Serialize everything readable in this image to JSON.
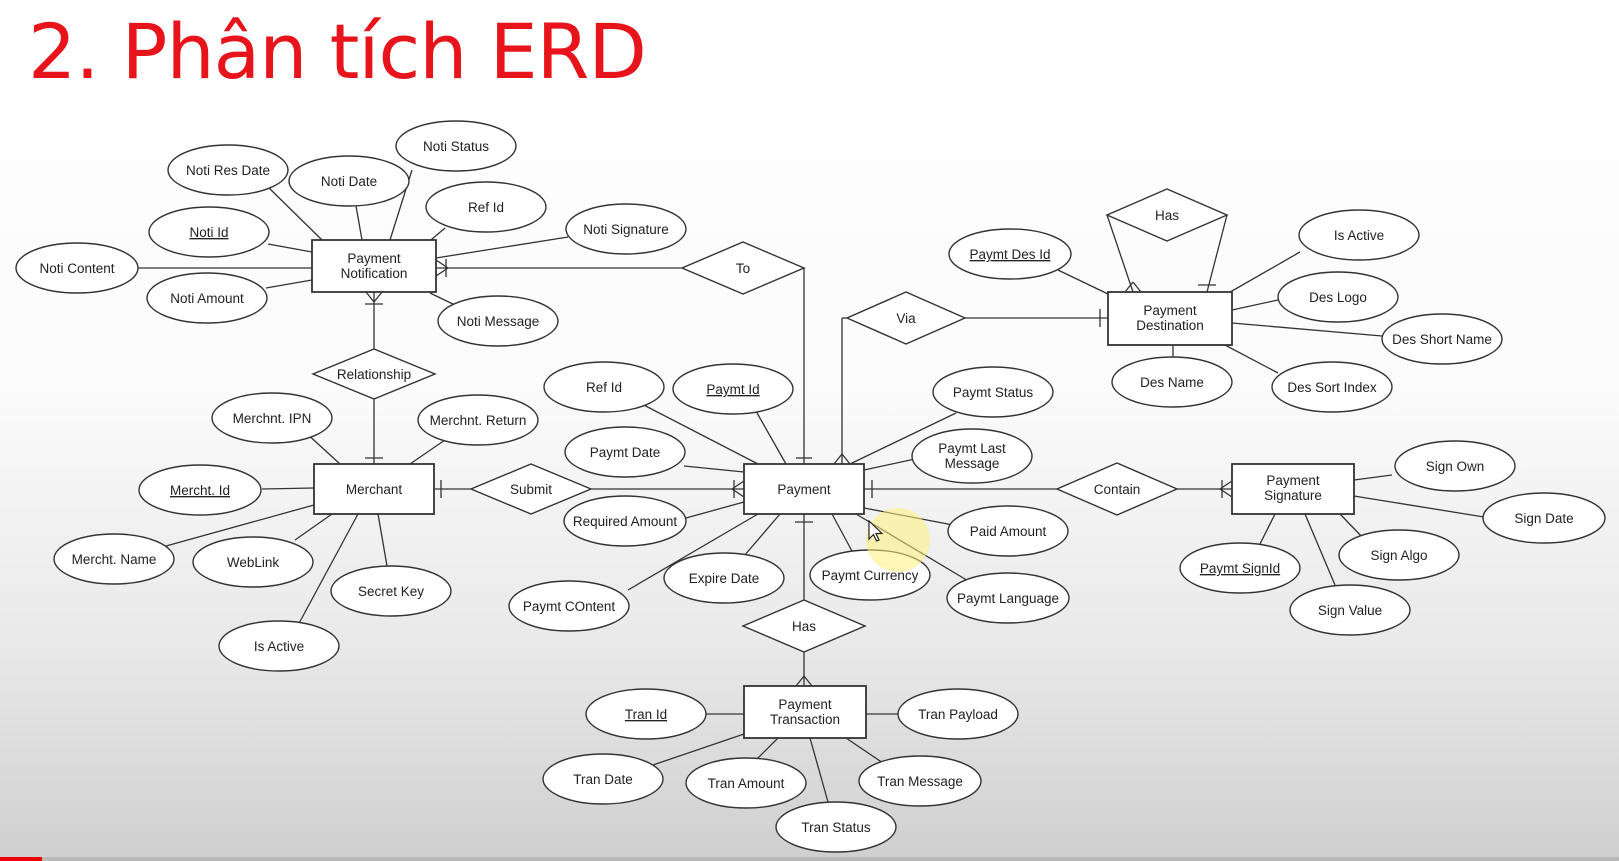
{
  "title": "2. Phân tích ERD",
  "entities": {
    "notification": [
      "Payment",
      "Notification"
    ],
    "merchant": [
      "Merchant"
    ],
    "payment": [
      "Payment"
    ],
    "destination": [
      "Payment",
      "Destination"
    ],
    "signature": [
      "Payment",
      "Signature"
    ],
    "transaction": [
      "Payment",
      "Transaction"
    ]
  },
  "relationships": {
    "to": "To",
    "via": "Via",
    "has_destination": "Has",
    "relationship": "Relationship",
    "submit": "Submit",
    "contain": "Contain",
    "has_transaction": "Has"
  },
  "attributes": {
    "notification": {
      "noti_res_date": "Noti Res Date",
      "noti_date": "Noti Date",
      "noti_status": "Noti Status",
      "ref_id": "Ref Id",
      "noti_id": "Noti Id",
      "noti_signature": "Noti Signature",
      "noti_content": "Noti Content",
      "noti_amount": "Noti Amount",
      "noti_message": "Noti Message"
    },
    "merchant": {
      "merchnt_ipn": "Merchnt. IPN",
      "merchnt_return": "Merchnt. Return",
      "mercht_id": "Mercht. Id",
      "mercht_name": "Mercht. Name",
      "weblink": "WebLink",
      "secret_key": "Secret Key",
      "is_active": "Is Active"
    },
    "payment": {
      "ref_id": "Ref Id",
      "paymt_id": "Paymt Id",
      "paymt_status": "Paymt Status",
      "paymt_date": "Paymt Date",
      "paymt_last_message": [
        "Paymt Last",
        "Message"
      ],
      "required_amount": "Required Amount",
      "paid_amount": "Paid Amount",
      "expire_date": "Expire Date",
      "paymt_currency": "Paymt Currency",
      "paymt_content": "Paymt COntent",
      "paymt_language": "Paymt Language"
    },
    "destination": {
      "paymt_des_id": "Paymt Des Id",
      "is_active": "Is Active",
      "des_logo": "Des Logo",
      "des_short_name": "Des Short Name",
      "des_name": "Des Name",
      "des_sort_index": "Des Sort Index"
    },
    "signature": {
      "sign_own": "Sign Own",
      "sign_date": "Sign Date",
      "sign_algo": "Sign Algo",
      "paymt_sign_id": "Paymt SignId",
      "sign_value": "Sign Value"
    },
    "transaction": {
      "tran_id": "Tran Id",
      "tran_payload": "Tran Payload",
      "tran_date": "Tran Date",
      "tran_amount": "Tran Amount",
      "tran_message": "Tran Message",
      "tran_status": "Tran Status"
    }
  },
  "colors": {
    "title": "#e8141b",
    "progress": "#ee0000"
  },
  "progress_fraction": 0.026
}
